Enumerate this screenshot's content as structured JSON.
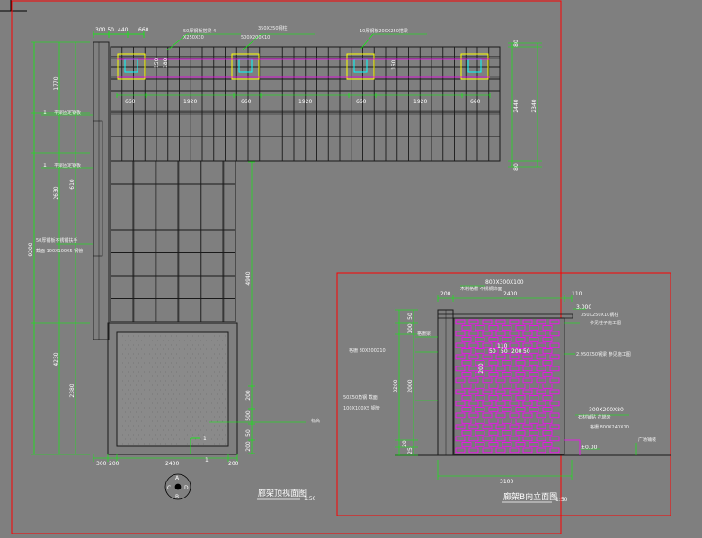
{
  "colors": {
    "background": "#7f7f7f",
    "frame": "#ff0000",
    "dimension": "#00ff00",
    "structure": "#1a1a1a",
    "column": "#ffff00",
    "column_core": "#00ffff",
    "beam": "#ff00ff",
    "paving": "#ff00ff",
    "text": "#ffffff"
  },
  "plan": {
    "title": "廊架顶视面图",
    "scale": "1:50",
    "top_dims": [
      "300 50",
      "440",
      "660"
    ],
    "top_notes": [
      "50厚钢板搭梁 48X250X30",
      "350X250钢柱 500X200X10",
      "10厚钢板200X250搭梁"
    ],
    "left_dims": [
      "1770",
      "2630",
      "4230",
      "2380"
    ],
    "overall_dim": "9200",
    "inner_dims": [
      "610",
      "4940"
    ],
    "column_dims": [
      "660",
      "1920",
      "660",
      "1920",
      "660",
      "1920",
      "660"
    ],
    "small_labels": [
      "150",
      "180",
      "150"
    ],
    "right_dims": [
      "2440",
      "2340",
      "80",
      "80"
    ],
    "left_notes": [
      "平梁固定钢板",
      "平梁固定钢板"
    ],
    "left_marks": [
      "1",
      "1"
    ],
    "side_note": [
      "50厚钢板不锈钢扶手",
      "截面 100X100X5 钢管"
    ],
    "lower_dims": [
      "200",
      "500",
      "50",
      "200",
      "300"
    ],
    "bottom_dims": [
      "300",
      "200",
      "2400",
      "200"
    ],
    "section_marks": [
      "1",
      "1"
    ],
    "elevation_tag": "标高",
    "compass": [
      "A",
      "B",
      "C",
      "D"
    ]
  },
  "elevation": {
    "title": "廊架B向立面图",
    "scale": "1:50",
    "top_dim": "800X300X100",
    "top_note": "木制格栅 不锈钢饰面",
    "dims_top": [
      "200",
      "2400",
      "110"
    ],
    "notes_right": [
      "3.000",
      "350X250X10钢柱 参见柱子施工图",
      "2.950X50钢梁 参见施工图"
    ],
    "left_dims": [
      "3200",
      "2000",
      "50",
      "100",
      "20",
      "25"
    ],
    "left_notes": [
      "格栅梁",
      "格栅 80X200X10",
      "50X50角钢 截面 100X100X5 钢管"
    ],
    "inner_labels": [
      "110",
      "200",
      "50",
      "50",
      "200",
      "50"
    ],
    "bottom_right": [
      "300X200X80",
      "石材铺贴 花岗岩",
      "格栅 800X240X10",
      "±0.00",
      "广场铺装"
    ],
    "bottom_dim": "3100"
  }
}
